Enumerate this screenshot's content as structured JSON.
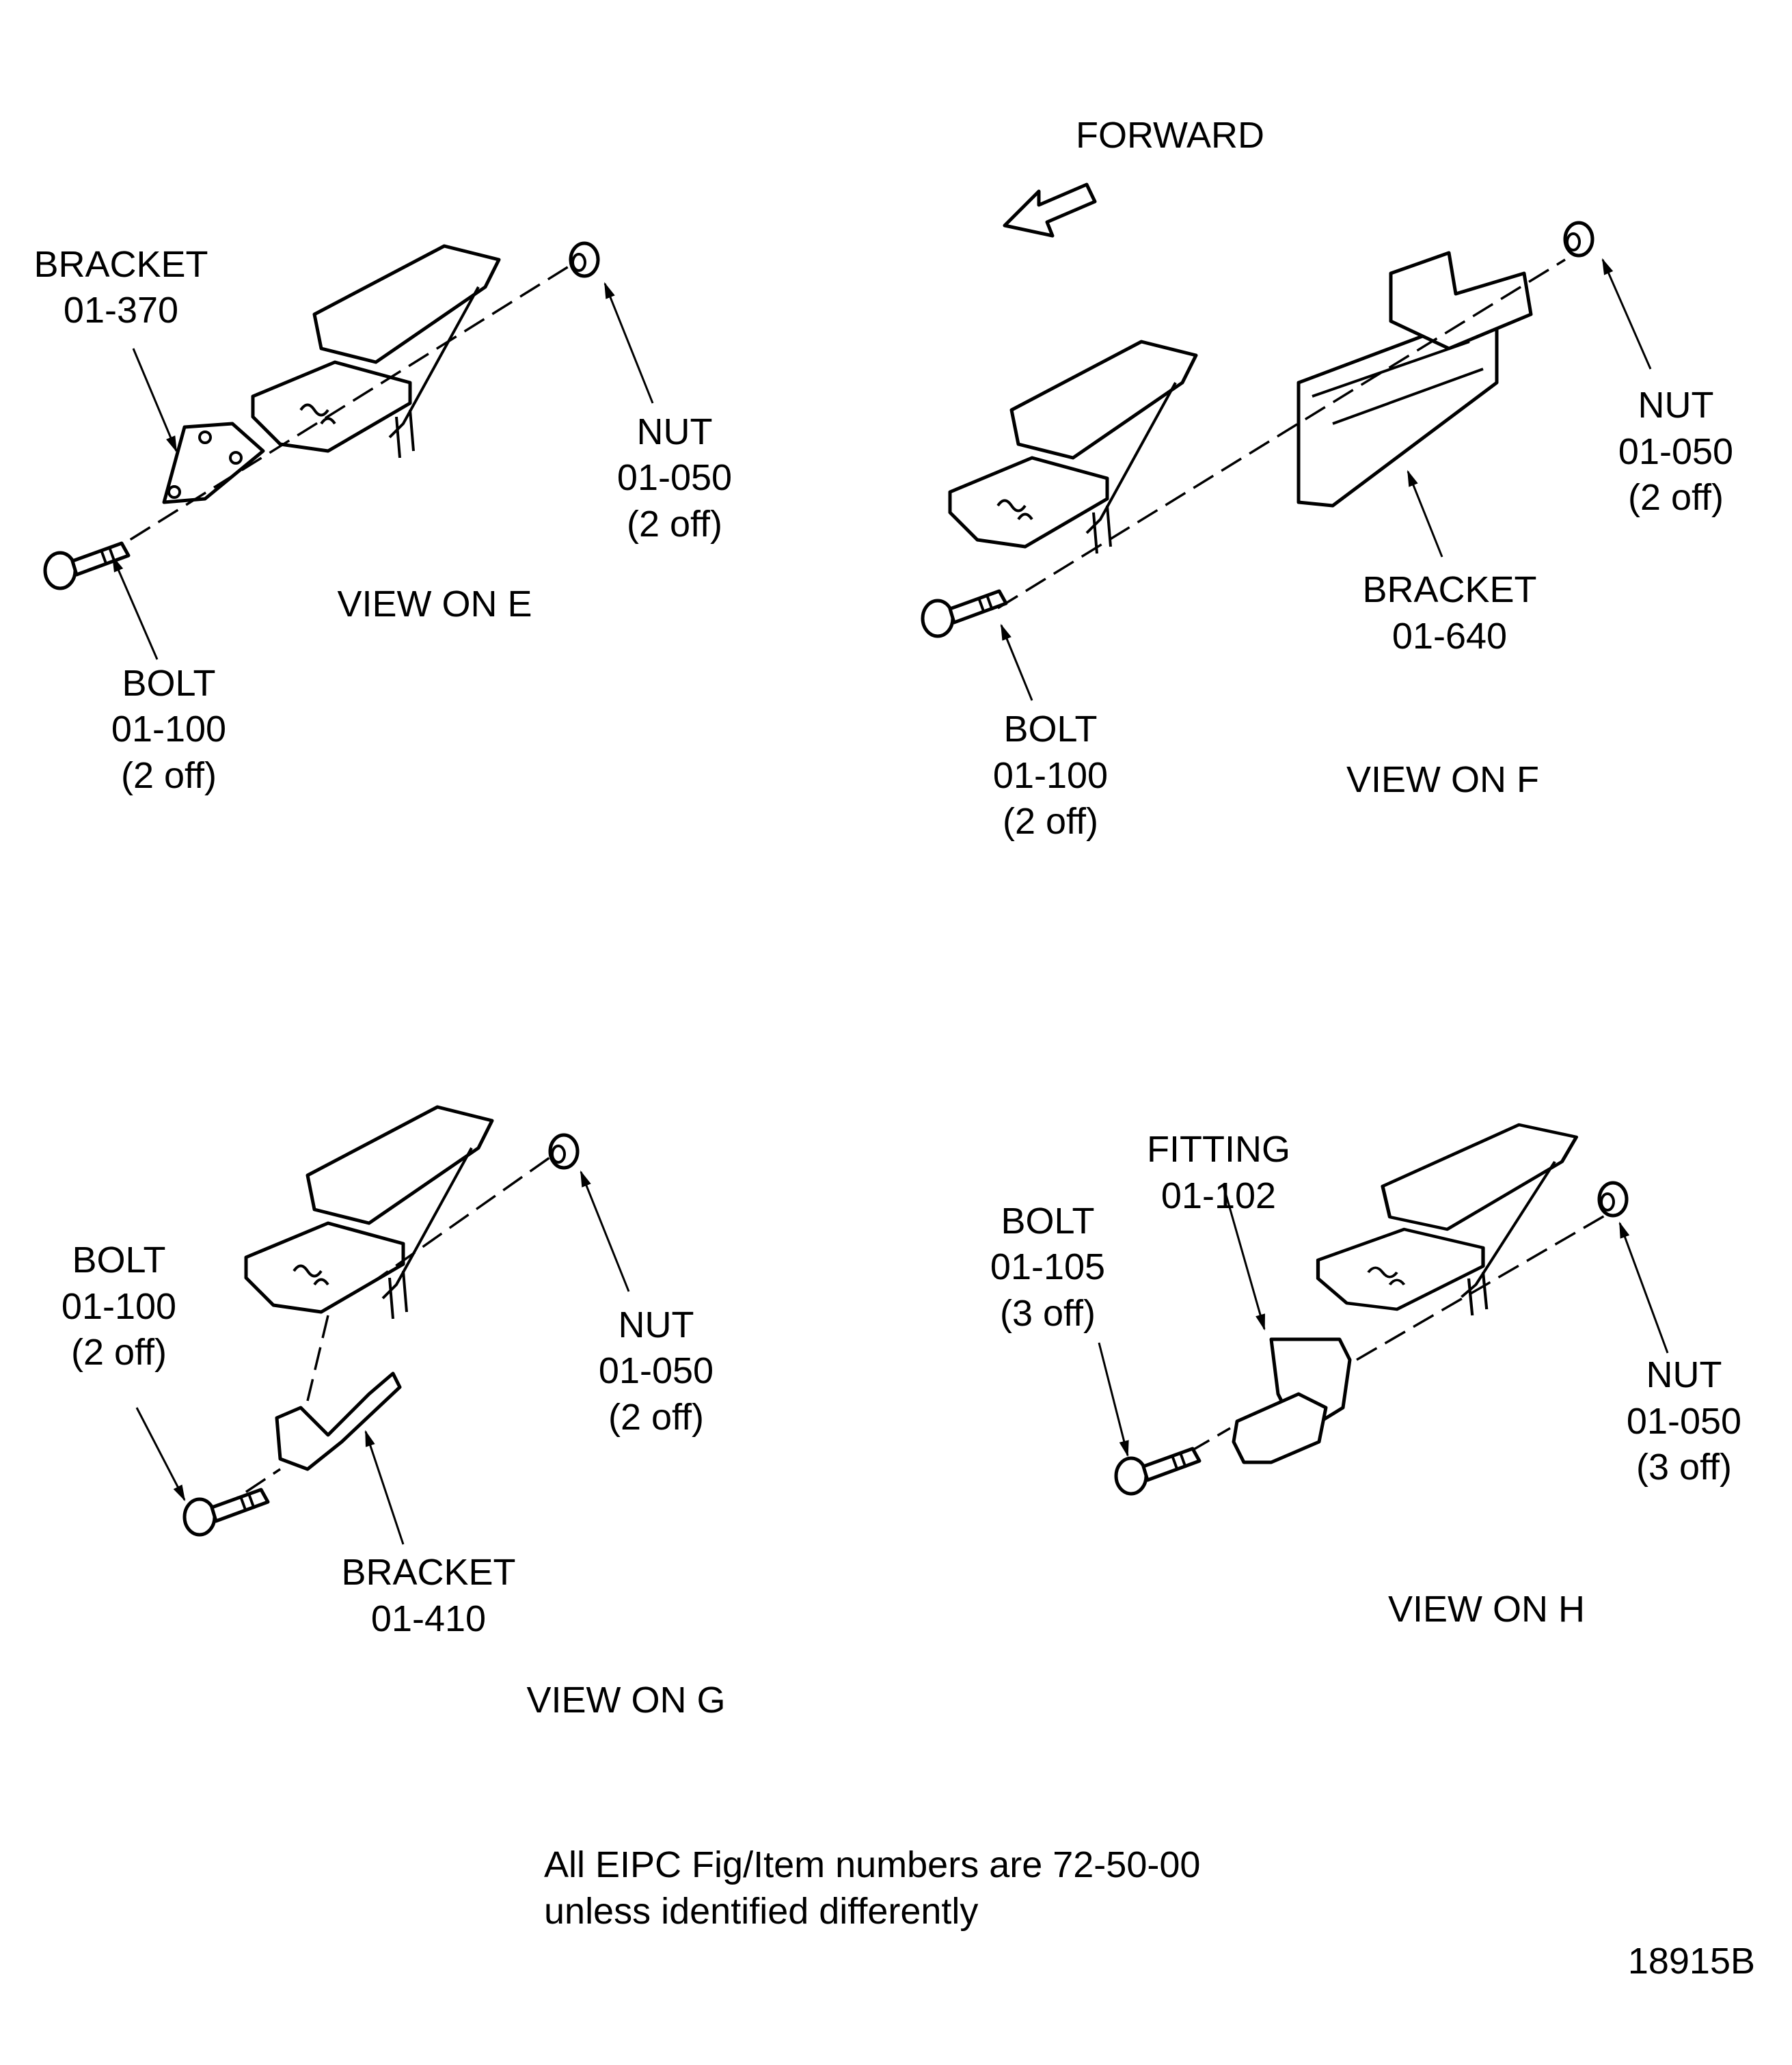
{
  "forward_label": "FORWARD",
  "views": {
    "e": {
      "title": "VIEW ON E",
      "bracket": {
        "name": "BRACKET",
        "item": "01-370"
      },
      "nut": {
        "name": "NUT",
        "item": "01-050",
        "qty": "(2 off)"
      },
      "bolt": {
        "name": "BOLT",
        "item": "01-100",
        "qty": "(2 off)"
      }
    },
    "f": {
      "title": "VIEW ON F",
      "bracket": {
        "name": "BRACKET",
        "item": "01-640"
      },
      "nut": {
        "name": "NUT",
        "item": "01-050",
        "qty": "(2 off)"
      },
      "bolt": {
        "name": "BOLT",
        "item": "01-100",
        "qty": "(2 off)"
      }
    },
    "g": {
      "title": "VIEW ON G",
      "bracket": {
        "name": "BRACKET",
        "item": "01-410"
      },
      "nut": {
        "name": "NUT",
        "item": "01-050",
        "qty": "(2 off)"
      },
      "bolt": {
        "name": "BOLT",
        "item": "01-100",
        "qty": "(2 off)"
      }
    },
    "h": {
      "title": "VIEW ON H",
      "fitting": {
        "name": "FITTING",
        "item": "01-102"
      },
      "nut": {
        "name": "NUT",
        "item": "01-050",
        "qty": "(3 off)"
      },
      "bolt": {
        "name": "BOLT",
        "item": "01-105",
        "qty": "(3 off)"
      }
    }
  },
  "note": {
    "line1": "All EIPC Fig/Item numbers are 72-50-00",
    "line2": "unless identified differently"
  },
  "figure_id": "18915B"
}
